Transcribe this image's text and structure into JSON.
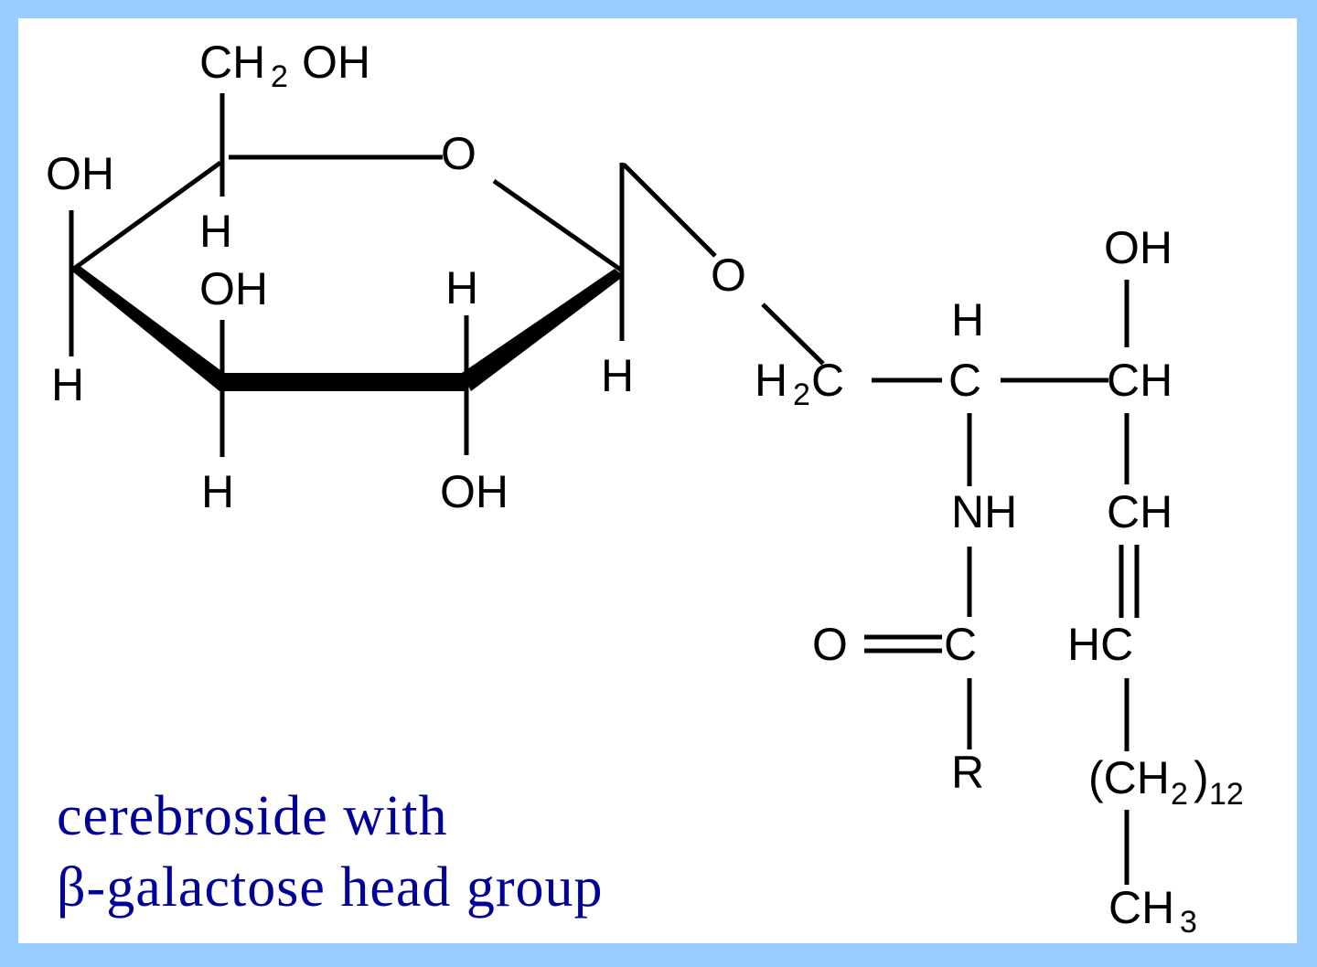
{
  "diagram": {
    "type": "chemical-structure",
    "title": "cerebroside with β-galactose head group",
    "colors": {
      "border": "#99ccff",
      "background": "#ffffff",
      "structure": "#000000",
      "caption": "#000099"
    },
    "caption": {
      "line1": "cerebroside with",
      "line2": "β-galactose head group"
    },
    "sugar_ring": {
      "name": "β-galactose",
      "labels": {
        "ch2oh_ch": "CH",
        "ch2oh_sub": "2",
        "ch2oh_oh": "OH",
        "ring_oxygen": "O",
        "c5_h": "H",
        "c4_oh": "OH",
        "c4_h": "H",
        "c3_oh": "OH",
        "c3_h": "H",
        "c2_h": "H",
        "c2_oh": "OH",
        "c1_h": "H"
      }
    },
    "glycosidic_oxygen": "O",
    "sphingosine": {
      "c1_h": "H",
      "c1_sub": "2",
      "c1_c": "C",
      "c2_h_top": "H",
      "c2_c": "C",
      "c3_ch": "CH",
      "c3_oh": "OH",
      "nh": "NH",
      "c4_ch": "CH",
      "c5_hc": "HC",
      "chain_open": "(CH",
      "chain_sub": "2",
      "chain_close": ")",
      "chain_repeat": "12",
      "terminal_ch": "CH",
      "terminal_sub": "3"
    },
    "amide": {
      "carbonyl_o": "O",
      "carbonyl_c": "C",
      "r_group": "R"
    }
  }
}
